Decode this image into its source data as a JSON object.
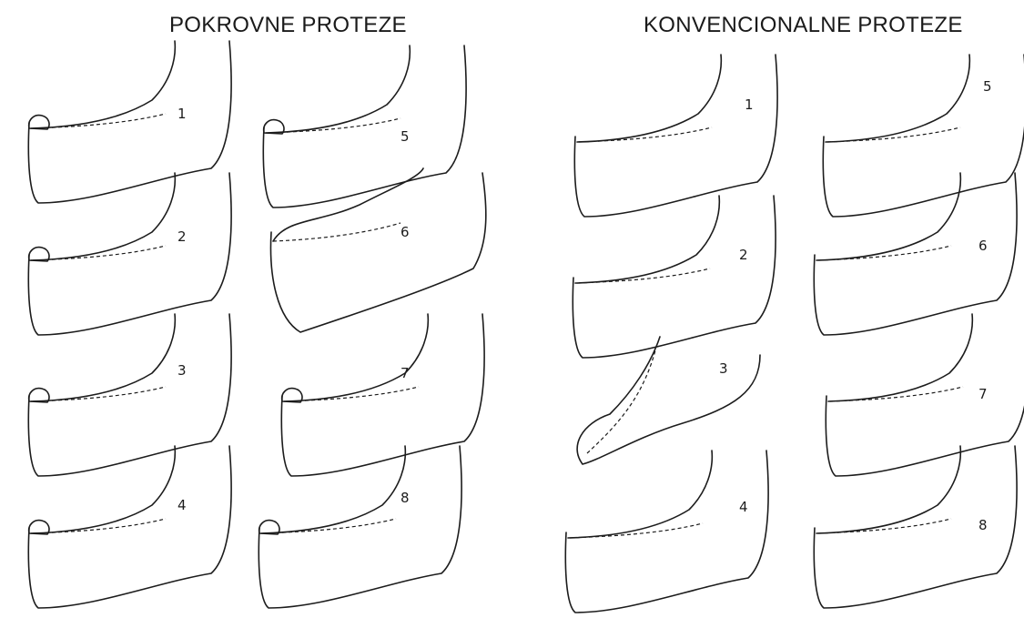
{
  "titles": {
    "left": "POKROVNE PROTEZE",
    "right": "KONVENCIONALNE PROTEZE"
  },
  "groups": [
    {
      "key": "left",
      "labels": [
        "1",
        "2",
        "3",
        "4",
        "5",
        "6",
        "7",
        "8"
      ]
    },
    {
      "key": "right",
      "labels": [
        "1",
        "2",
        "3",
        "4",
        "5",
        "6",
        "7",
        "8"
      ]
    }
  ]
}
